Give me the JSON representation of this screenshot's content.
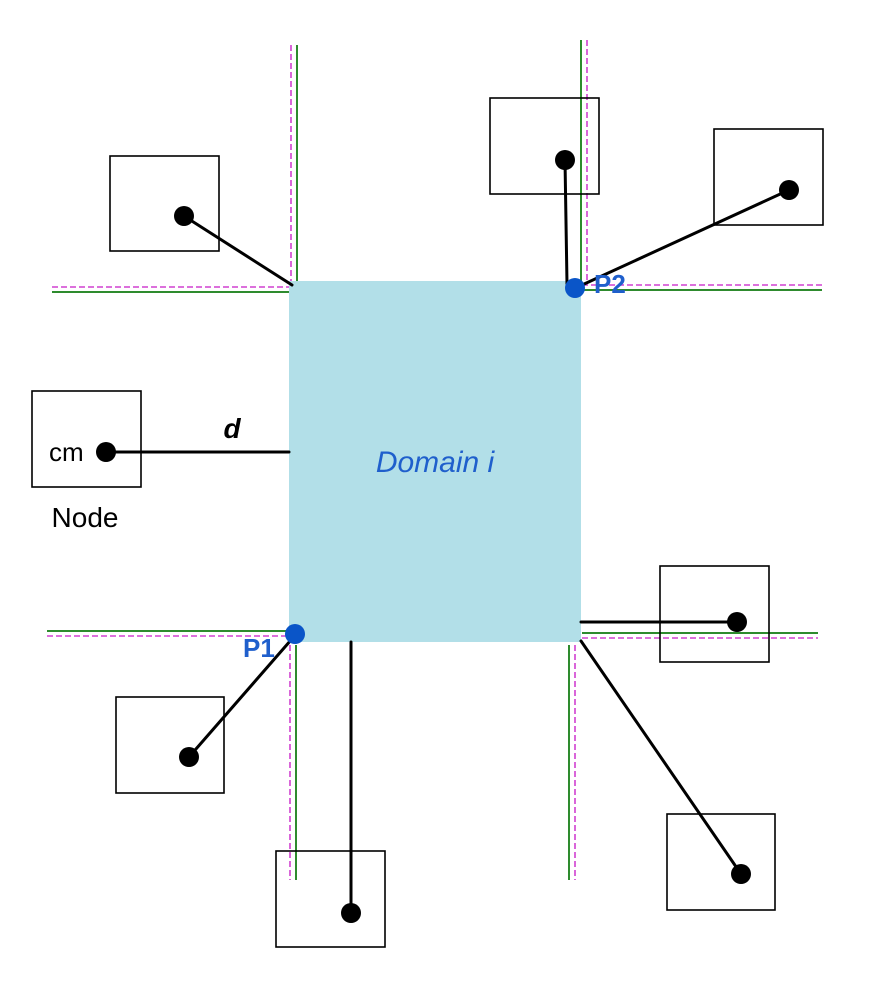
{
  "colors": {
    "domain_fill": "#b2dfe8",
    "line_green": "#2e8b2e",
    "line_magenta": "#d040d0",
    "ink": "#000000",
    "point_blue": "#0a55c8",
    "label_blue": "#1f5fcc"
  },
  "labels": {
    "domain": "Domain i",
    "distance": "d",
    "center_of_mass": "cm",
    "node": "Node",
    "point1": "P1",
    "point2": "P2"
  }
}
